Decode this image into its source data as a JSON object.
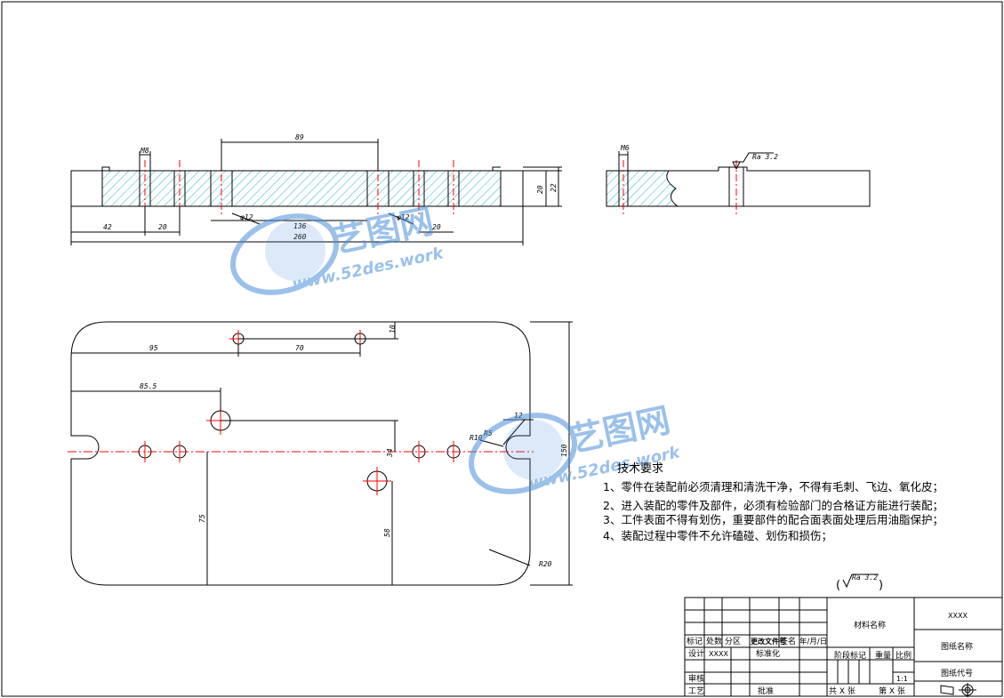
{
  "colors": {
    "line": "#000000",
    "center": "#ff0000",
    "hatch": "#2ab3c4",
    "watermark": "#4a90d9",
    "text": "#000000"
  },
  "front_view": {
    "dims": {
      "d_m8": "M8",
      "d_89": "89",
      "d_42": "42",
      "d_20a": "20",
      "d_20b": "20",
      "d_136": "136",
      "d_260": "260",
      "d_h20": "20",
      "d_h22": "22",
      "phi12a": "φ12",
      "phi12b": "φ12"
    }
  },
  "side_view": {
    "dims": {
      "d_m6": "M6",
      "roughness": "Ra 3.2"
    }
  },
  "top_view": {
    "dims": {
      "d_95": "95",
      "d_70": "70",
      "d_10": "10",
      "d_85_5": "85.5",
      "d_12": "12",
      "r10": "R10",
      "r5": "R5",
      "d_34": "34",
      "d_150": "150",
      "d_75": "75",
      "d_58": "58",
      "r20": "R20"
    }
  },
  "tech_requirements": {
    "title": "技术要求",
    "items": [
      "1、零件在装配前必须清理和清洗干净，不得有毛刺、飞边、氧化皮；",
      "2、进入装配的零件及部件，必须有检验部门的合格证方能进行装配；",
      "3、工件表面不得有划伤，重要部件的配合面表面处理后用油脂保护；",
      "4、装配过程中零件不允许磕碰、划伤和损伤；"
    ]
  },
  "general_roughness": {
    "label": "Ra 3.2"
  },
  "watermark": {
    "cn": "艺图网",
    "url": "www.52des.work"
  },
  "title_block": {
    "headers": {
      "mark": "标记",
      "count": "处数",
      "zone": "分区",
      "change_doc": "更改文件号",
      "sign": "签名",
      "date": "年/月/日"
    },
    "design": "设计",
    "design_value": "XXXX",
    "standardize": "标准化",
    "review": "审核",
    "process": "工艺",
    "approve": "批准",
    "material": "材料名称",
    "company": "XXXX",
    "drawing_name": "图纸名称",
    "drawing_code": "图纸代号",
    "stage_mark": "阶段标记",
    "weight": "重量",
    "scale_label": "比例",
    "scale_value": "1:1",
    "total_sheets": "共 X 张",
    "sheet_no": "第 X 张"
  }
}
